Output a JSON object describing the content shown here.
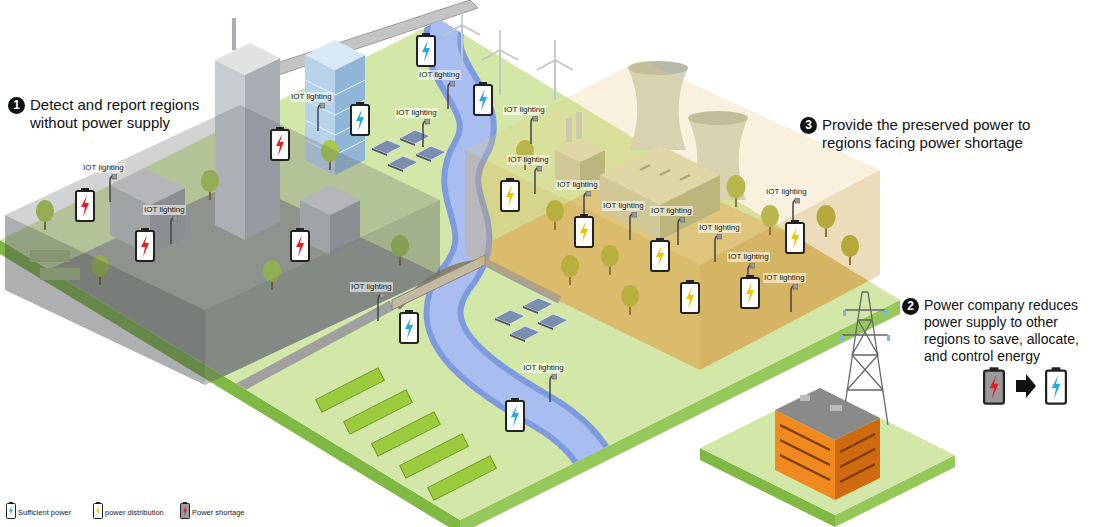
{
  "diagram": {
    "labels": [
      "1",
      "Detect and report regions without power supply",
      "3",
      "Provide the preserved power to regions facing power shortage",
      "2",
      "Power company reduces power supply to other regions to save, allocate, and control energy",
      "IOT lighting",
      "IOT lighting",
      "IOT lighting",
      "IOT lighting",
      "IOT lighting",
      "IOT lighting",
      "IOT lighting",
      "IOT lighting",
      "IOT lighting",
      "IOT lighting",
      "IOT lighting",
      "IOT lighting",
      "IOT lighting",
      "IOT lighting",
      "IOT lighting",
      "IOT lighting"
    ],
    "legend": [
      {
        "text": "Sufficient power"
      },
      {
        "text": "power distribution"
      },
      {
        "text": "Power shortage"
      }
    ]
  }
}
